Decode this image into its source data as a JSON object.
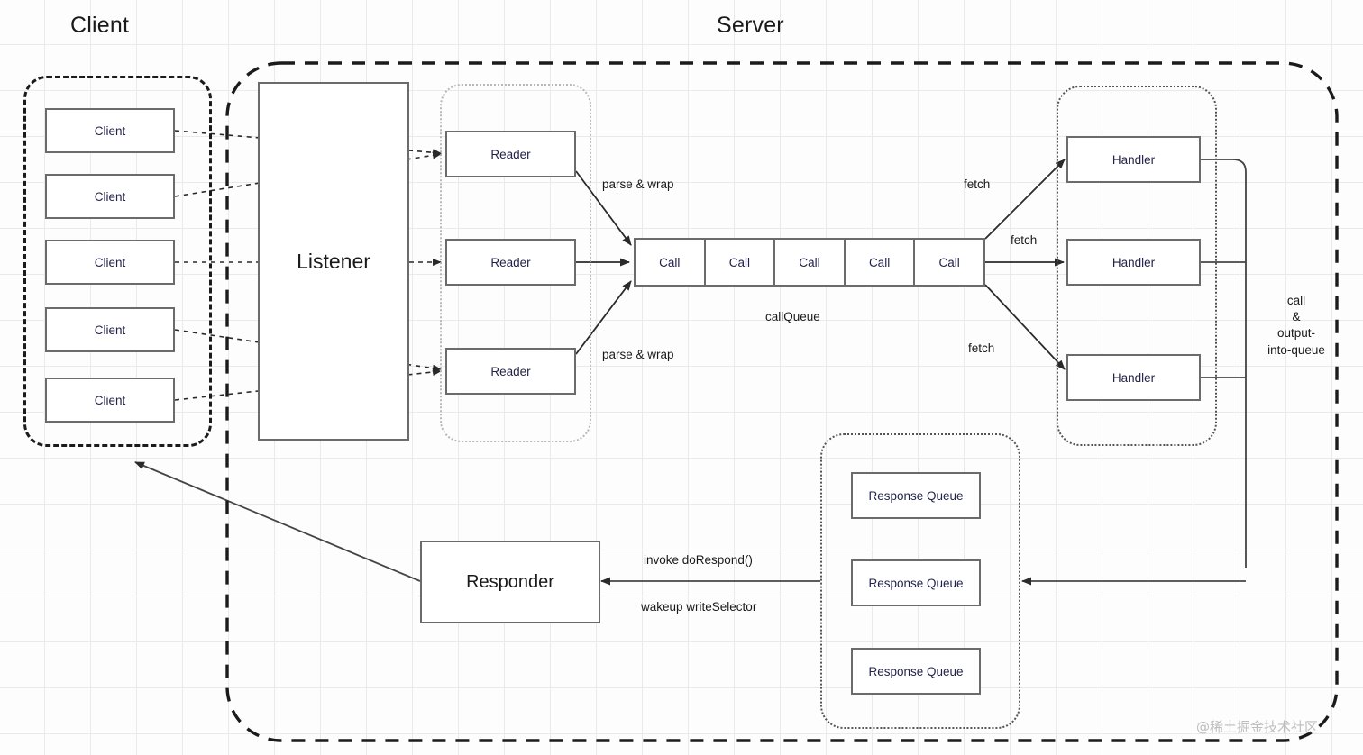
{
  "diagram": {
    "titles": {
      "client": "Client",
      "server": "Server"
    },
    "client_zone": {
      "label": "Client",
      "nodes": [
        {
          "label": "Client"
        },
        {
          "label": "Client"
        },
        {
          "label": "Client"
        },
        {
          "label": "Client"
        },
        {
          "label": "Client"
        }
      ]
    },
    "listener": {
      "label": "Listener"
    },
    "readers": {
      "nodes": [
        {
          "label": "Reader"
        },
        {
          "label": "Reader"
        },
        {
          "label": "Reader"
        }
      ]
    },
    "call_queue": {
      "caption": "callQueue",
      "cells": [
        {
          "label": "Call"
        },
        {
          "label": "Call"
        },
        {
          "label": "Call"
        },
        {
          "label": "Call"
        },
        {
          "label": "Call"
        }
      ]
    },
    "handlers": {
      "nodes": [
        {
          "label": "Handler"
        },
        {
          "label": "Handler"
        },
        {
          "label": "Handler"
        }
      ]
    },
    "response_queues": {
      "nodes": [
        {
          "label": "Response Queue"
        },
        {
          "label": "Response Queue"
        },
        {
          "label": "Response Queue"
        }
      ]
    },
    "responder": {
      "label": "Responder"
    },
    "edge_labels": {
      "parse_wrap_top": "parse & wrap",
      "parse_wrap_bottom": "parse & wrap",
      "fetch_top": "fetch",
      "fetch_mid": "fetch",
      "fetch_bottom": "fetch",
      "call_output": "call\n&\noutput-\ninto-queue",
      "call_output_line1": "call",
      "call_output_line2": "&",
      "call_output_line3": "output-",
      "call_output_line4": "into-queue",
      "invoke_dorespond": "invoke doRespond()",
      "wakeup_writeselector": "wakeup writeSelector"
    },
    "watermark": "@稀土掘金技术社区",
    "colors": {
      "stroke": "#6b6b6b",
      "text": "#23234a",
      "dashed_boundary": "#1b1b1b",
      "grid": "#eaeaea",
      "background": "#fdfdfd"
    }
  }
}
